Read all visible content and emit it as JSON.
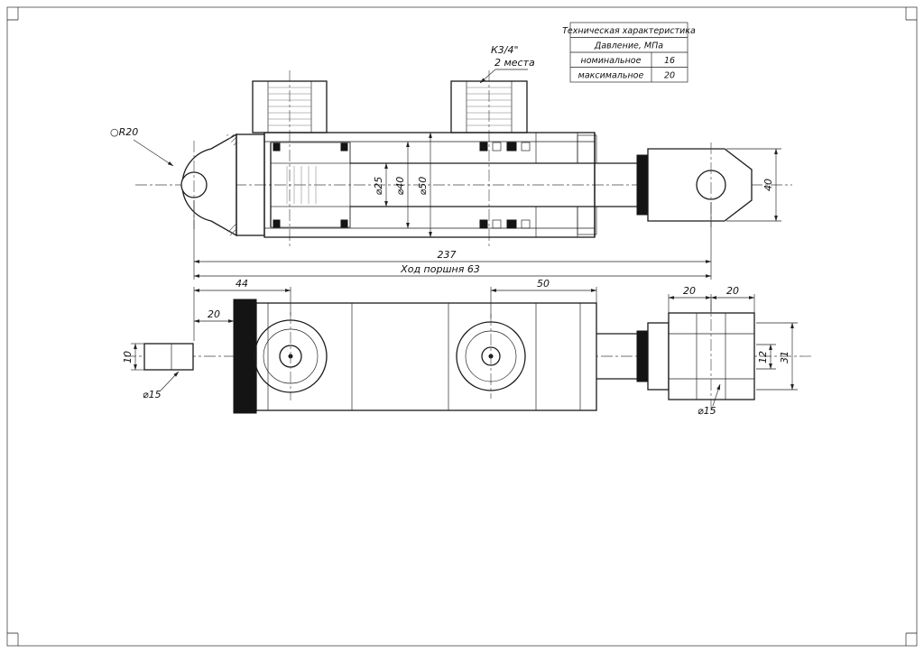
{
  "table": {
    "title": "Техническая характеристика",
    "pressure_header": "Давление, МПа",
    "nominal_label": "номинальное",
    "nominal_value": "16",
    "max_label": "максимальное",
    "max_value": "20"
  },
  "labels": {
    "eye_radius": "○R20",
    "port_thread": "К3/4\"",
    "port_places": "2 места",
    "stroke_note": "Ход поршня 63"
  },
  "dims": {
    "rod_dia": "⌀25",
    "bore_dia": "⌀40",
    "outer_dia": "⌀50",
    "overall_length": "237",
    "eye_height": "40",
    "top_44": "44",
    "top_20": "20",
    "top_50": "50",
    "fork_20a": "20",
    "fork_20b": "20",
    "pin_dia_left": "⌀15",
    "pin_width": "10",
    "slot_width": "12",
    "fork_height": "31",
    "pin_dia_right": "⌀15"
  }
}
